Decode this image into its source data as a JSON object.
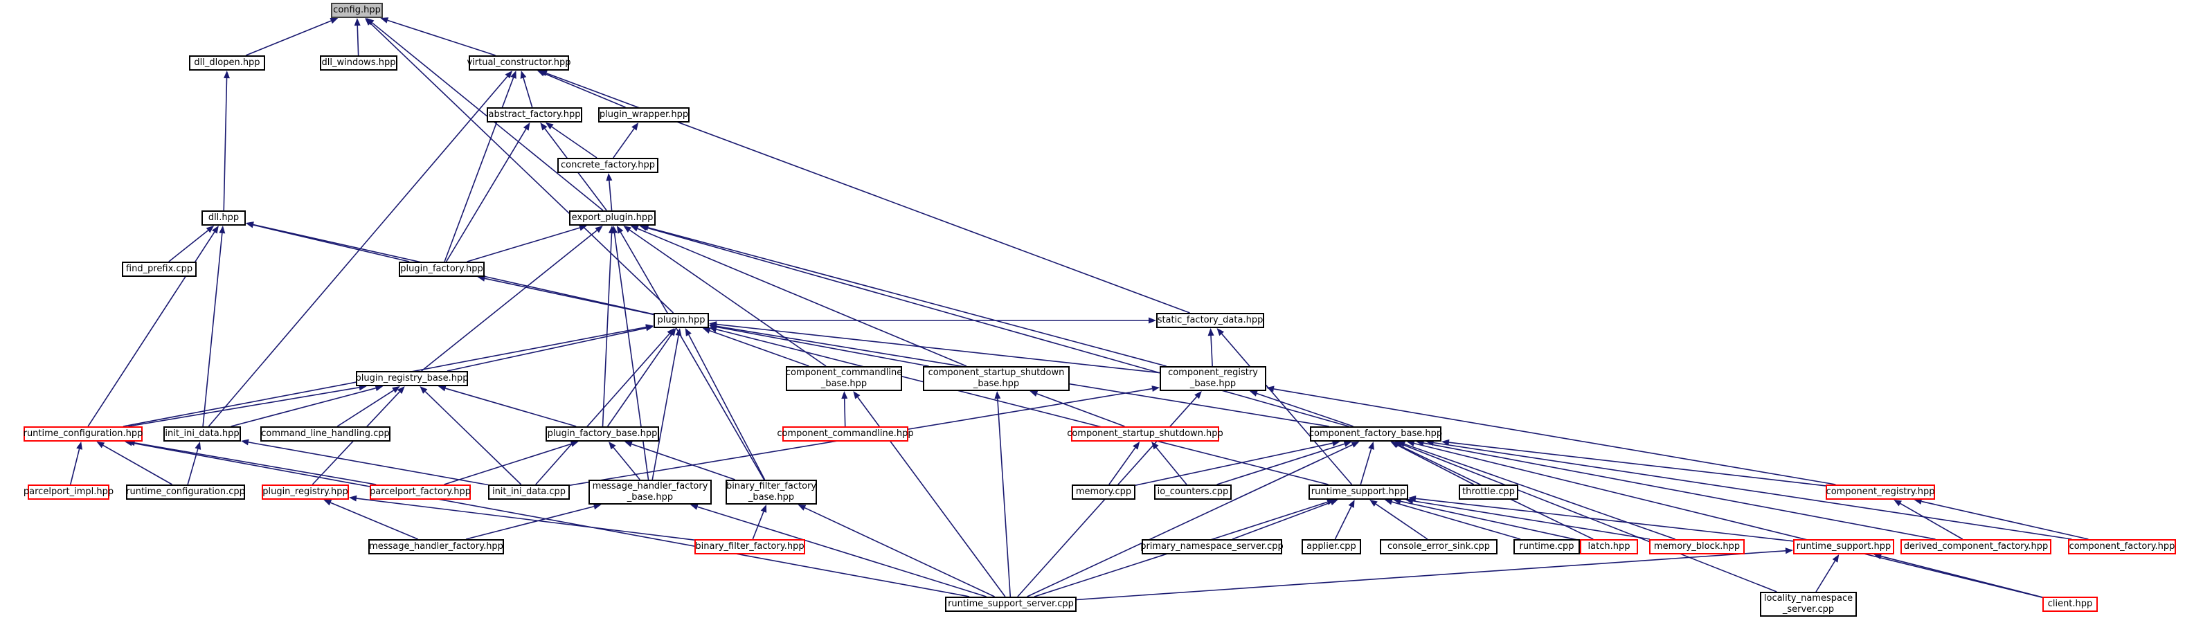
{
  "diagram": {
    "edge_color": "#191970",
    "truncated_border_color": "#ff0000",
    "root_fill": "#bfbfbf",
    "nodes": {
      "config": "config.hpp",
      "dll_dlopen": "dll_dlopen.hpp",
      "dll_windows": "dll_windows.hpp",
      "virtual_constructor": "virtual_constructor.hpp",
      "abstract_factory": "abstract_factory.hpp",
      "plugin_wrapper": "plugin_wrapper.hpp",
      "concrete_factory": "concrete_factory.hpp",
      "dll": "dll.hpp",
      "export_plugin": "export_plugin.hpp",
      "find_prefix": "find_prefix.cpp",
      "plugin_factory": "plugin_factory.hpp",
      "plugin": "plugin.hpp",
      "static_factory_data": "static_factory_data.hpp",
      "plugin_registry_base": "plugin_registry_base.hpp",
      "component_commandline_base": "component_commandline\n_base.hpp",
      "component_startup_shutdown_base": "component_startup_shutdown\n_base.hpp",
      "component_registry_base": "component_registry\n_base.hpp",
      "component_commandline": "component_commandline.hpp",
      "component_startup_shutdown": "component_startup_shutdown.hpp",
      "runtime_configuration_hpp": "runtime_configuration.hpp",
      "init_ini_data_hpp": "init_ini_data.hpp",
      "command_line_handling": "command_line_handling.cpp",
      "plugin_factory_base": "plugin_factory_base.hpp",
      "component_factory_base": "component_factory_base.hpp",
      "parcelport_impl": "parcelport_impl.hpp",
      "runtime_configuration_cpp": "runtime_configuration.cpp",
      "plugin_registry": "plugin_registry.hpp",
      "parcelport_factory": "parcelport_factory.hpp",
      "init_ini_data_cpp": "init_ini_data.cpp",
      "message_handler_factory_base": "message_handler_factory\n_base.hpp",
      "binary_filter_factory_base": "binary_filter_factory\n_base.hpp",
      "memory": "memory.cpp",
      "io_counters": "io_counters.cpp",
      "runtime_support_hpp": "runtime_support.hpp",
      "throttle": "throttle.cpp",
      "component_registry": "component_registry.hpp",
      "message_handler_factory": "message_handler_factory.hpp",
      "binary_filter_factory": "binary_filter_factory.hpp",
      "primary_namespace_server": "primary_namespace_server.cpp",
      "applier": "applier.cpp",
      "console_error_sink": "console_error_sink.cpp",
      "runtime_cpp": "runtime.cpp",
      "latch": "latch.hpp",
      "memory_block": "memory_block.hpp",
      "runtime_support_red": "runtime_support.hpp",
      "derived_component_factory": "derived_component_factory.hpp",
      "component_factory": "component_factory.hpp",
      "runtime_support_server": "runtime_support_server.cpp",
      "locality_namespace_server": "locality_namespace\n_server.cpp",
      "client": "client.hpp"
    }
  }
}
